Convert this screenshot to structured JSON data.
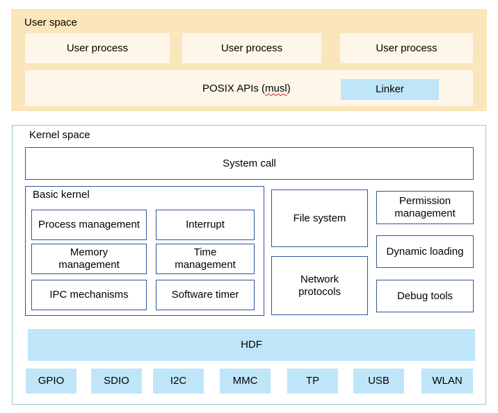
{
  "user_space": {
    "title": "User space",
    "processes": [
      "User process",
      "User process",
      "User process"
    ],
    "posix": {
      "prefix": "POSIX APIs (",
      "lib": "musl",
      "suffix": ")"
    },
    "linker": "Linker"
  },
  "kernel_space": {
    "title": "Kernel space",
    "system_call": "System call",
    "basic_kernel": {
      "title": "Basic kernel",
      "modules": [
        "Process management",
        "Interrupt",
        "Memory management",
        "Time management",
        "IPC mechanisms",
        "Software timer"
      ]
    },
    "file_system": "File system",
    "network_protocols": "Network protocols",
    "permission_management": "Permission management",
    "dynamic_loading": "Dynamic loading",
    "debug_tools": "Debug tools",
    "hdf": "HDF",
    "drivers": [
      "GPIO",
      "SDIO",
      "I2C",
      "MMC",
      "TP",
      "USB",
      "WLAN"
    ]
  },
  "colors": {
    "user_space_bg": "#fbe6bb",
    "user_box_bg": "#fdf6e9",
    "blue_fill": "#bfe5f8",
    "box_border": "#2f5496",
    "kernel_border": "#93c7c7"
  }
}
